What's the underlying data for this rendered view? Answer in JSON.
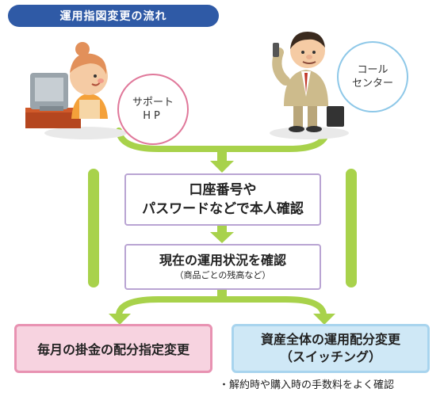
{
  "title": "運用指図変更の流れ",
  "channels": {
    "web": {
      "line1": "サポート",
      "line2": "HP"
    },
    "phone": {
      "line1": "コール",
      "line2": "センター"
    }
  },
  "steps": [
    {
      "line1": "口座番号や",
      "line2": "パスワードなどで本人確認"
    },
    {
      "line1": "現在の運用状況を確認",
      "sub": "（商品ごとの残高など）"
    }
  ],
  "results": {
    "left": {
      "label": "毎月の掛金の配分指定変更"
    },
    "right": {
      "line1": "資産全体の運用配分変更",
      "line2": "（スイッチング）"
    }
  },
  "note": "・解約時や購入時の手数料をよく確認",
  "colors": {
    "title_bg": "#2f5aa6",
    "arrow_green": "#a8d24b",
    "box_border": "#b9a4d3",
    "pink": "#f7d3e0",
    "blue": "#cfe8f6"
  }
}
